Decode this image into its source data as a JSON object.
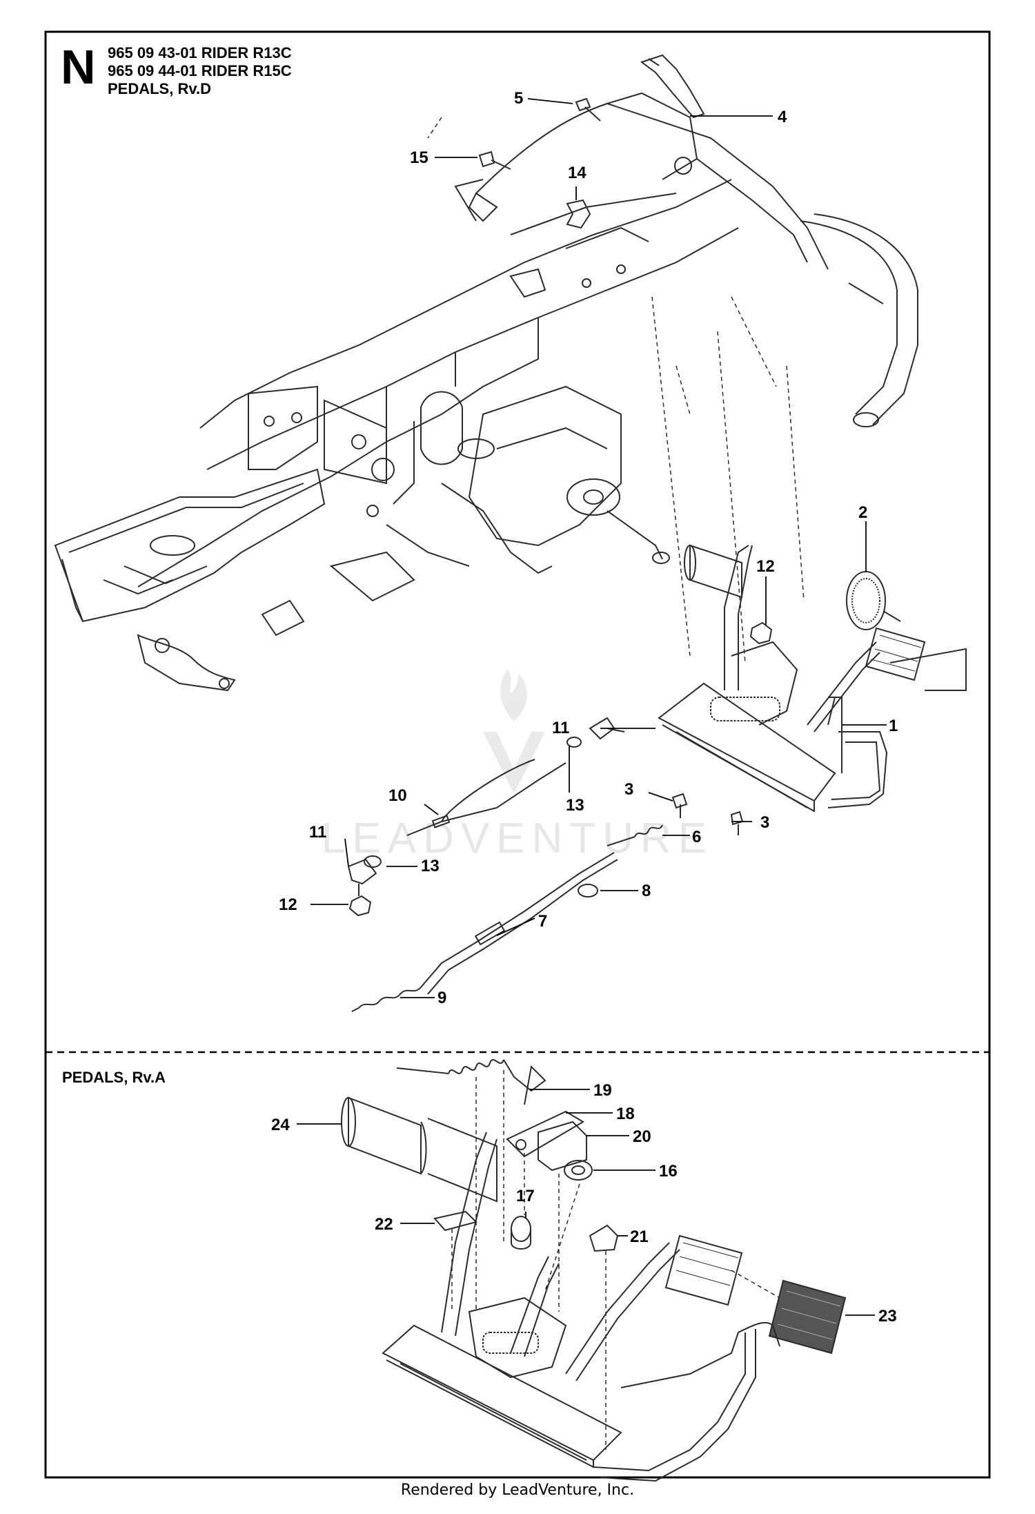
{
  "header": {
    "letter": "N",
    "model_line_1": "965 09 43-01 RIDER R13C",
    "model_line_2": "965 09 44-01 RIDER R15C",
    "section_rev_d": "PEDALS, Rv.D"
  },
  "section_rev_a": "PEDALS, Rv.A",
  "watermark": "LEADVENTURE",
  "footer": "Rendered by LeadVenture, Inc.",
  "callouts": {
    "c1": "1",
    "c2": "2",
    "c3a": "3",
    "c3b": "3",
    "c4": "4",
    "c5": "5",
    "c6": "6",
    "c7": "7",
    "c8": "8",
    "c9": "9",
    "c10": "10",
    "c11a": "11",
    "c11b": "11",
    "c12a": "12",
    "c12b": "12",
    "c13a": "13",
    "c13b": "13",
    "c14": "14",
    "c15": "15",
    "c16": "16",
    "c17": "17",
    "c18": "18",
    "c19": "19",
    "c20": "20",
    "c21": "21",
    "c22": "22",
    "c23": "23",
    "c24": "24"
  },
  "colors": {
    "ink": "#000000",
    "paper": "#ffffff",
    "drawing": "#2a2a2a",
    "watermark": "#d9d9d9"
  }
}
